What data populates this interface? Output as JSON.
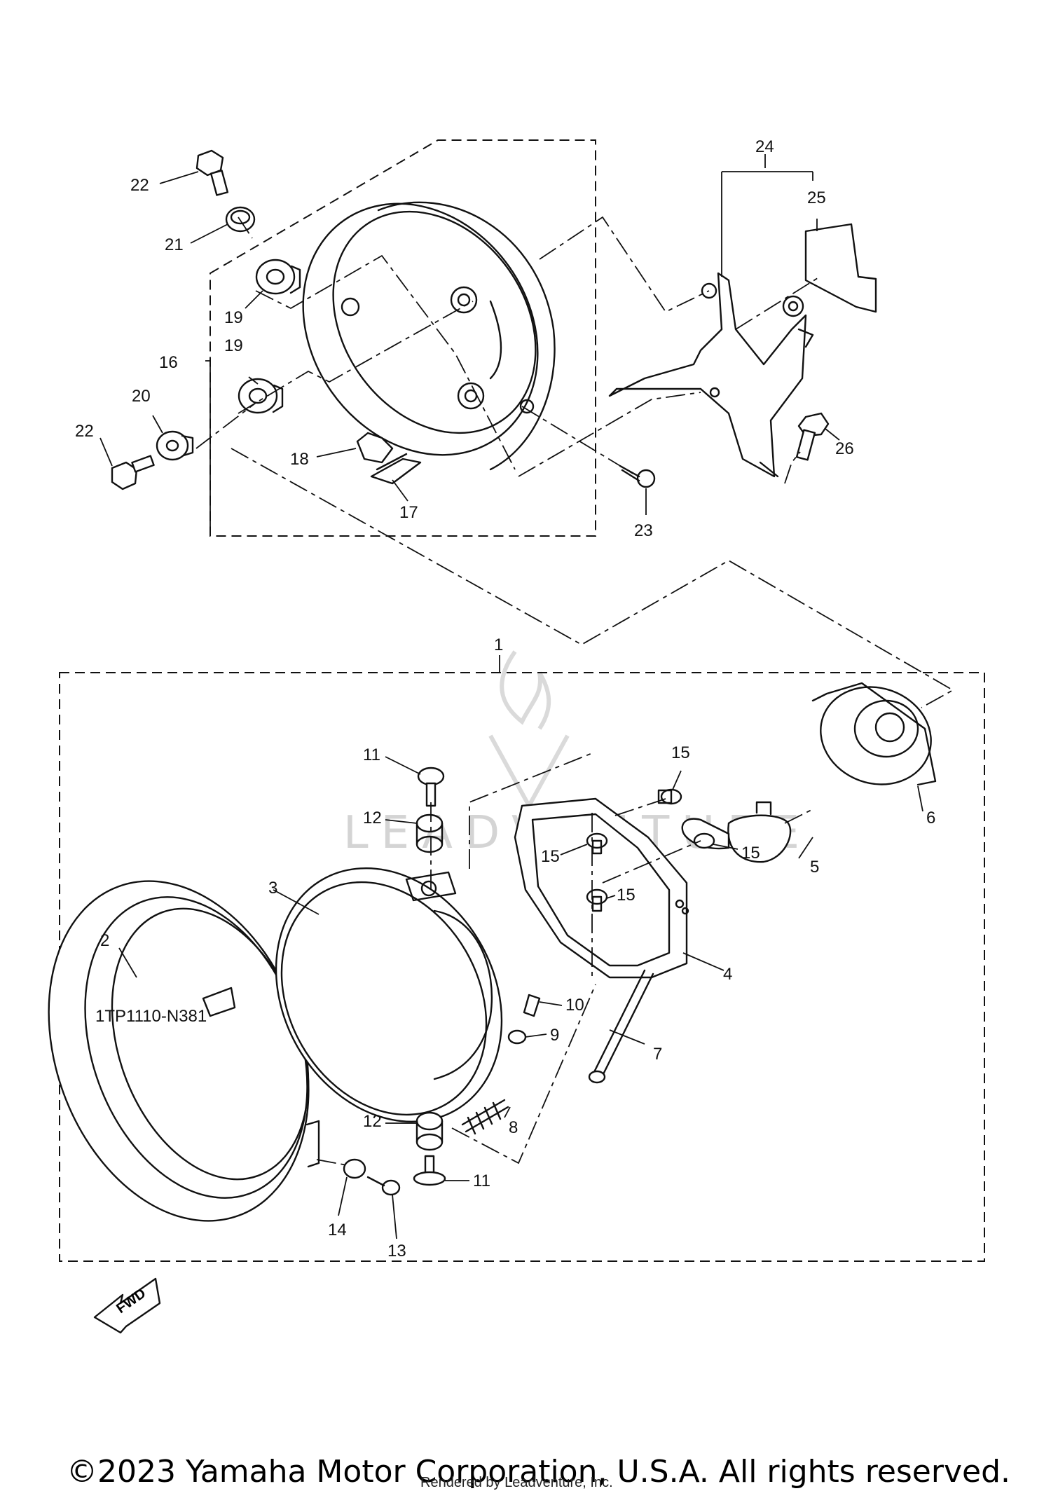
{
  "diagram": {
    "code": "1TP1110-N381",
    "fwd_label": "FWD",
    "watermark": "LEADVENTURE",
    "copyright": "©2023 Yamaha Motor Corporation, U.S.A. All rights reserved.",
    "rendered_by": "Rendered by Leadventure, Inc."
  },
  "callouts": {
    "c1": "1",
    "c2": "2",
    "c3": "3",
    "c4": "4",
    "c5": "5",
    "c6": "6",
    "c7": "7",
    "c8": "8",
    "c9": "9",
    "c10": "10",
    "c11a": "11",
    "c11b": "11",
    "c12a": "12",
    "c12b": "12",
    "c13": "13",
    "c14": "14",
    "c15a": "15",
    "c15b": "15",
    "c15c": "15",
    "c15d": "15",
    "c16": "16",
    "c17": "17",
    "c18": "18",
    "c19a": "19",
    "c19b": "19",
    "c20": "20",
    "c21": "21",
    "c22a": "22",
    "c22b": "22",
    "c23": "23",
    "c24": "24",
    "c25": "25",
    "c26": "26"
  }
}
